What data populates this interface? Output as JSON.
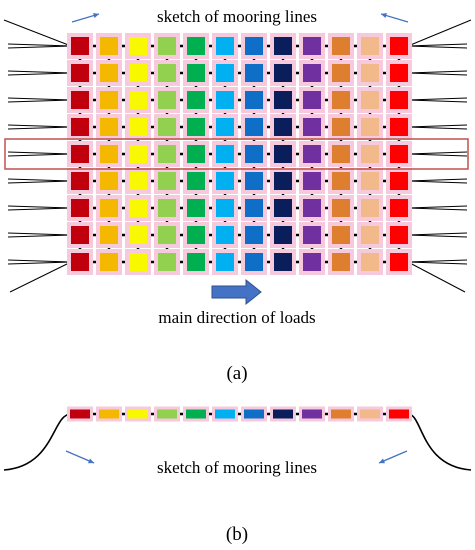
{
  "labels": {
    "top_title": "sketch of mooring lines",
    "loads": "main direction of loads",
    "caption_a": "(a)",
    "bottom_title": "sketch of mooring lines",
    "caption_b": "(b)"
  },
  "module_colors": [
    "#c0000c",
    "#f5b800",
    "#f8f800",
    "#92d050",
    "#00b050",
    "#00b0f0",
    "#0f6fc6",
    "#0b1e5c",
    "#7030a0",
    "#dd7f2e",
    "#f2b98b",
    "#ff0000"
  ],
  "grid": {
    "columns": 12,
    "rows": 9,
    "highlighted_row": 4
  },
  "highlight_color": "#c0504d",
  "arrow_color": "#4472c4",
  "line_color": "#000000"
}
